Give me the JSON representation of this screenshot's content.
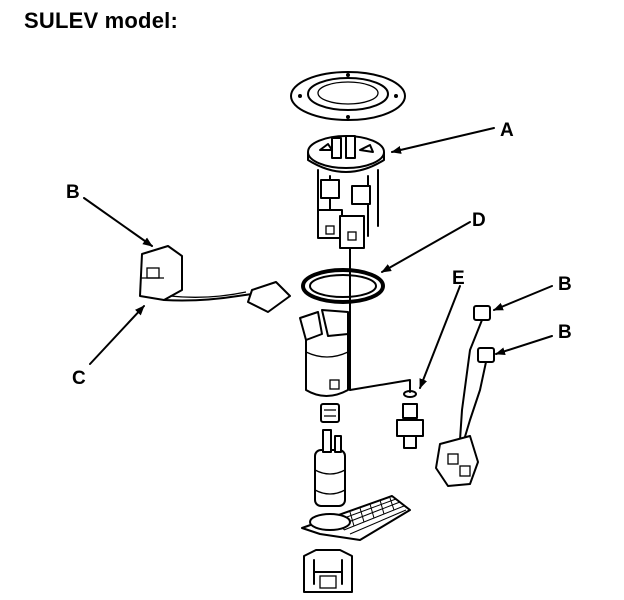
{
  "heading": "SULEV model:",
  "callouts": {
    "a": "A",
    "b_left": "B",
    "b_upper_right": "B",
    "b_lower_right": "B",
    "c": "C",
    "d": "D",
    "e": "E"
  }
}
